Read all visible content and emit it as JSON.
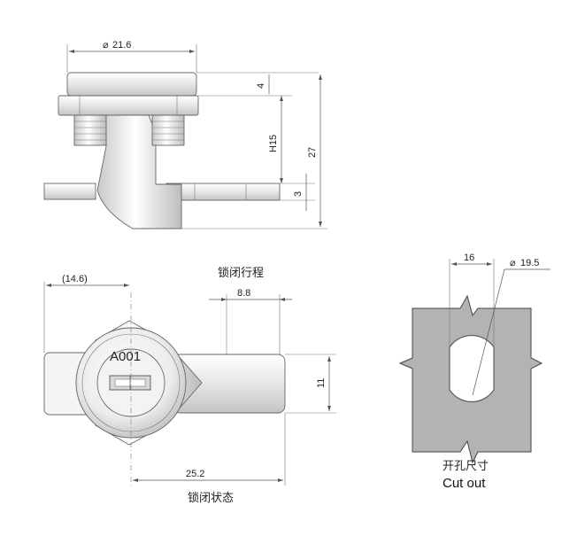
{
  "side_view": {
    "diameter": "21.6",
    "head_height": "4",
    "grip": "H15",
    "cam_thickness": "3",
    "total_height": "27"
  },
  "front_view": {
    "lock_travel_label": "锁闭行程",
    "ref_offset": "(14.6)",
    "travel": "8.8",
    "key_code": "A001",
    "cam_width": "11",
    "locked_length": "25.2",
    "locked_state_label": "锁闭状态"
  },
  "cutout": {
    "flat_width": "16",
    "diameter": "19.5",
    "label_cn": "开孔尺寸",
    "label_en": "Cut out"
  },
  "colors": {
    "metal_light": "#f4f4f4",
    "metal_mid": "#d9d9d9",
    "metal_dark": "#b5b5b5",
    "panel": "#b3b3b3",
    "dimension": "#555555"
  }
}
